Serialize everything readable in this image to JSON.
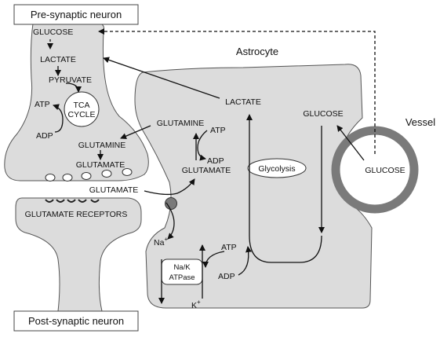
{
  "labels": {
    "presynaptic": "Pre-synaptic neuron",
    "postsynaptic": "Post-synaptic neuron",
    "astrocyte": "Astrocyte",
    "vessel": "Vessel",
    "glucose_neuron": "GLUCOSE",
    "lactate_neuron": "LACTATE",
    "pyruvate": "PYRUVATE",
    "tca_line1": "TCA",
    "tca_line2": "CYCLE",
    "atp_neuron": "ATP",
    "adp_neuron": "ADP",
    "glutamine_neuron": "GLUTAMINE",
    "glutamate_neuron": "GLUTAMATE",
    "glutamate_cleft": "GLUTAMATE",
    "glutamate_receptors": "GLUTAMATE RECEPTORS",
    "glutamine_astro": "GLUTAMINE",
    "atp_astro_top": "ATP",
    "adp_astro_top": "ADP",
    "glutamate_astro": "GLUTAMATE",
    "lactate_astro": "LACTATE",
    "glucose_astro": "GLUCOSE",
    "glycolysis": "Glycolysis",
    "glucose_vessel": "GLUCOSE",
    "na": "Na",
    "na_sup": "+",
    "k": "K",
    "k_sup": "+",
    "nak_line1": "Na/K",
    "nak_line2": "ATPase",
    "atp_astro_bottom": "ATP",
    "adp_astro_bottom": "ADP"
  },
  "colors": {
    "cell_fill": "#dcdcdc",
    "cell_stroke": "#555555",
    "vessel_ring": "#7a7a7a",
    "transporter": "#7a7a7a",
    "arrow": "#111111"
  }
}
